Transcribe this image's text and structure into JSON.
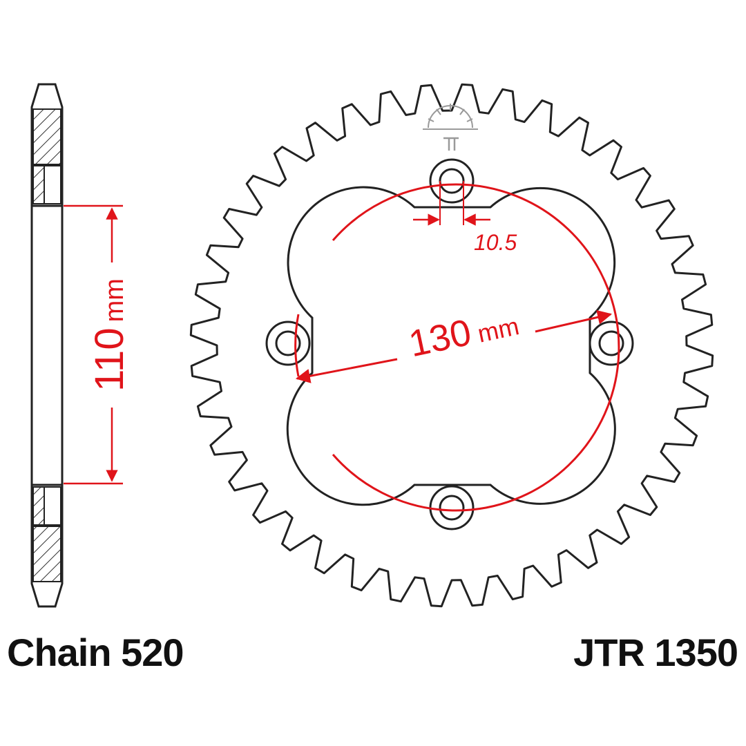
{
  "captions": {
    "chain": "Chain 520",
    "part_number": "JTR 1350"
  },
  "dimensions": {
    "side_height_value": "110",
    "side_height_unit": "mm",
    "pcd_value": "130",
    "pcd_unit": "mm",
    "bolt_hole": "10.5"
  },
  "drawing": {
    "tooth_count": 40,
    "bolt_count": 4
  },
  "colors": {
    "line": "#222222",
    "dimension": "#e0141a",
    "hatch": "#333333",
    "logo": "#9a9a9a"
  }
}
